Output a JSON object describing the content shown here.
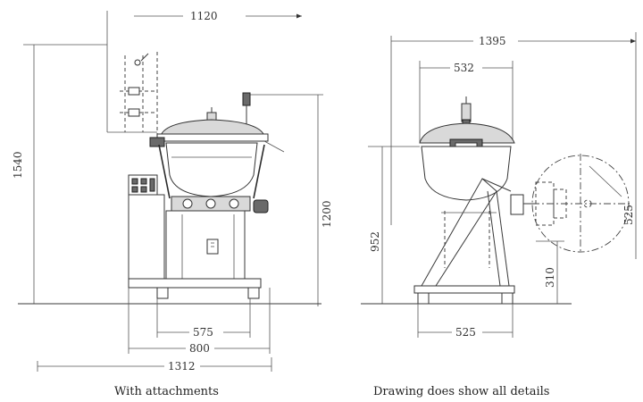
{
  "left_view": {
    "caption": "With attachments",
    "dimensions": {
      "top_width": "1120",
      "height_left": "1540",
      "height_right": "1200",
      "base_inner": "575",
      "base_outer": "800",
      "overall_width": "1312"
    }
  },
  "right_view": {
    "caption": "Drawing does show all details",
    "dimensions": {
      "overall_width": "1395",
      "bowl_width": "532",
      "height_left": "952",
      "tilt_radius": "525",
      "lower_height": "310",
      "base_width": "525"
    }
  }
}
